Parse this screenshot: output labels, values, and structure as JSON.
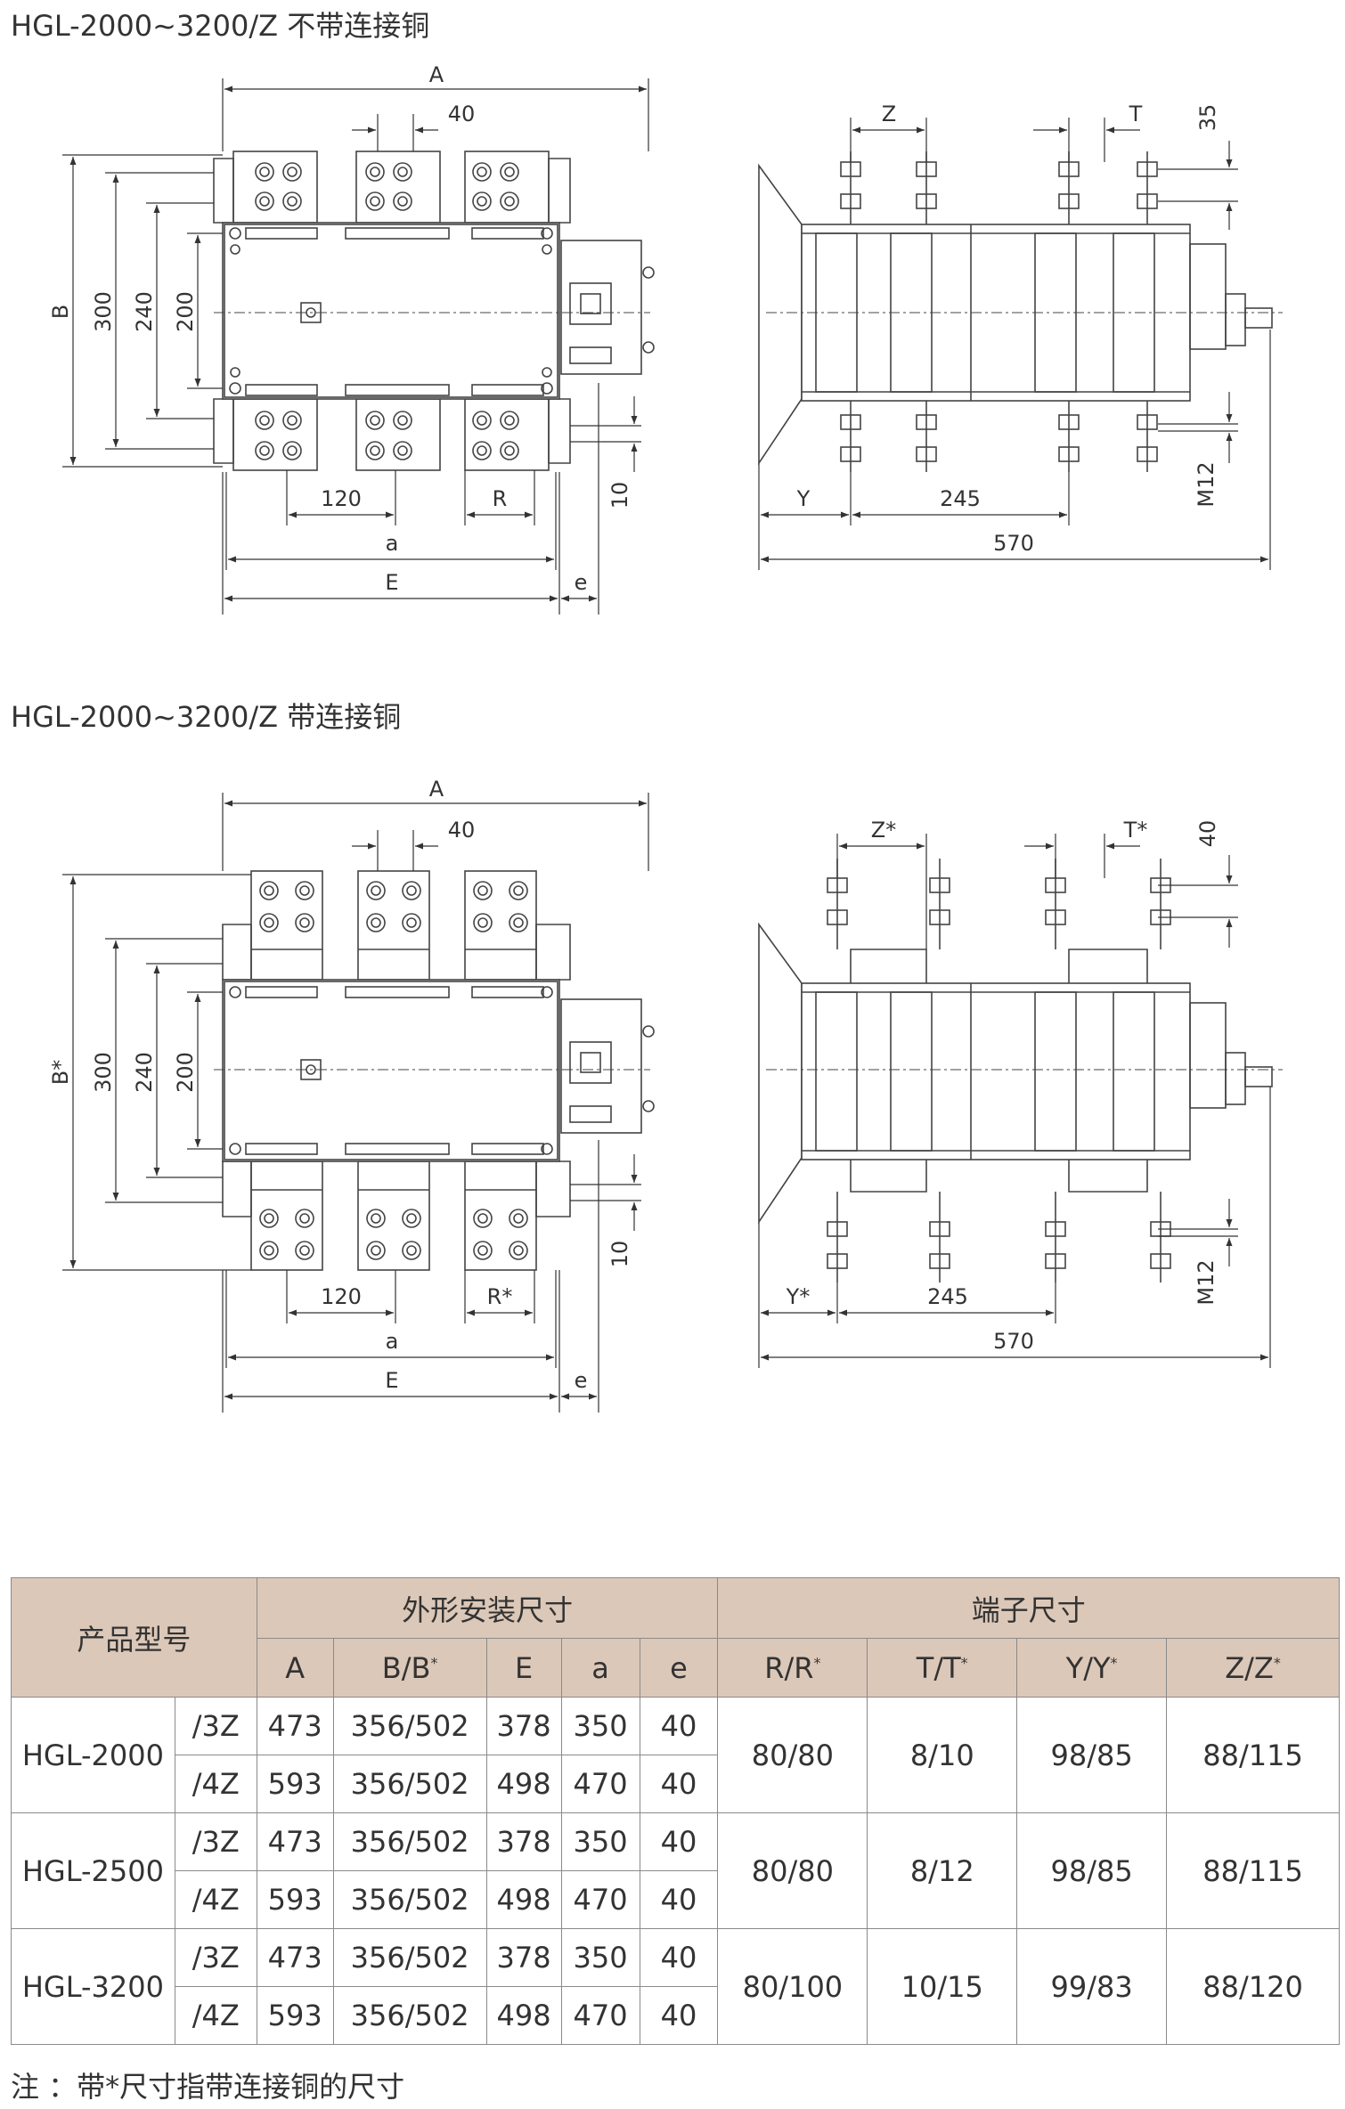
{
  "section1": {
    "title": "HGL-2000~3200/Z 不带连接铜",
    "front": {
      "A": "A",
      "B": "B",
      "h300": "300",
      "h240": "240",
      "h200": "200",
      "p40": "40",
      "p120": "120",
      "R": "R",
      "d10": "10",
      "a": "a",
      "E": "E",
      "e": "e"
    },
    "side": {
      "Z": "Z",
      "T": "T",
      "d35": "35",
      "Y": "Y",
      "d245": "245",
      "d570": "570",
      "M12": "M12"
    }
  },
  "section2": {
    "title": "HGL-2000~3200/Z 带连接铜",
    "front": {
      "A": "A",
      "B": "B*",
      "h300": "300",
      "h240": "240",
      "h200": "200",
      "p40": "40",
      "p120": "120",
      "R": "R*",
      "d10": "10",
      "a": "a",
      "E": "E",
      "e": "e"
    },
    "side": {
      "Z": "Z*",
      "T": "T*",
      "d35": "40",
      "Y": "Y*",
      "d245": "245",
      "d570": "570",
      "M12": "M12"
    }
  },
  "table": {
    "h_model": "产品型号",
    "h_outline": "外形安装尺寸",
    "h_terminal": "端子尺寸",
    "cols": {
      "A": "A",
      "B": "B/B",
      "B_sup": "*",
      "E": "E",
      "a": "a",
      "e": "e",
      "R": "R/R",
      "R_sup": "*",
      "T": "T/T",
      "T_sup": "*",
      "Y": "Y/Y",
      "Y_sup": "*",
      "Z": "Z/Z",
      "Z_sup": "*"
    },
    "groups": [
      {
        "model": "HGL-2000",
        "R": "80/80",
        "T": "8/10",
        "Y": "98/85",
        "Z": "88/115",
        "rows": [
          {
            "pole": "/3Z",
            "A": "473",
            "B": "356/502",
            "E": "378",
            "a": "350",
            "e": "40"
          },
          {
            "pole": "/4Z",
            "A": "593",
            "B": "356/502",
            "E": "498",
            "a": "470",
            "e": "40"
          }
        ]
      },
      {
        "model": "HGL-2500",
        "R": "80/80",
        "T": "8/12",
        "Y": "98/85",
        "Z": "88/115",
        "rows": [
          {
            "pole": "/3Z",
            "A": "473",
            "B": "356/502",
            "E": "378",
            "a": "350",
            "e": "40"
          },
          {
            "pole": "/4Z",
            "A": "593",
            "B": "356/502",
            "E": "498",
            "a": "470",
            "e": "40"
          }
        ]
      },
      {
        "model": "HGL-3200",
        "R": "80/100",
        "T": "10/15",
        "Y": "99/83",
        "Z": "88/120",
        "rows": [
          {
            "pole": "/3Z",
            "A": "473",
            "B": "356/502",
            "E": "378",
            "a": "350",
            "e": "40"
          },
          {
            "pole": "/4Z",
            "A": "593",
            "B": "356/502",
            "E": "498",
            "a": "470",
            "e": "40"
          }
        ]
      }
    ]
  },
  "note": "注 ：带*尺寸指带连接铜的尺寸"
}
